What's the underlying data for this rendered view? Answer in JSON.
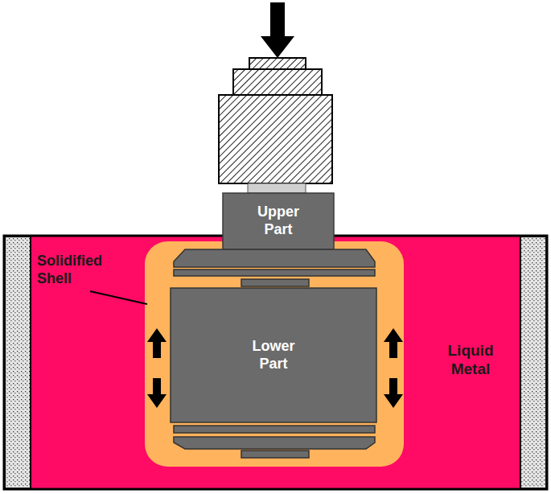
{
  "diagram": {
    "nodes": [
      {
        "text": [
          "Liquid Metal"
        ]
      },
      {
        "text": [
          "Upper Part"
        ]
      },
      {
        "text": [
          "Lower Part"
        ],
        "in": 0
      }
    ],
    "labels": [
      "Solidified Shell"
    ]
  }
}
